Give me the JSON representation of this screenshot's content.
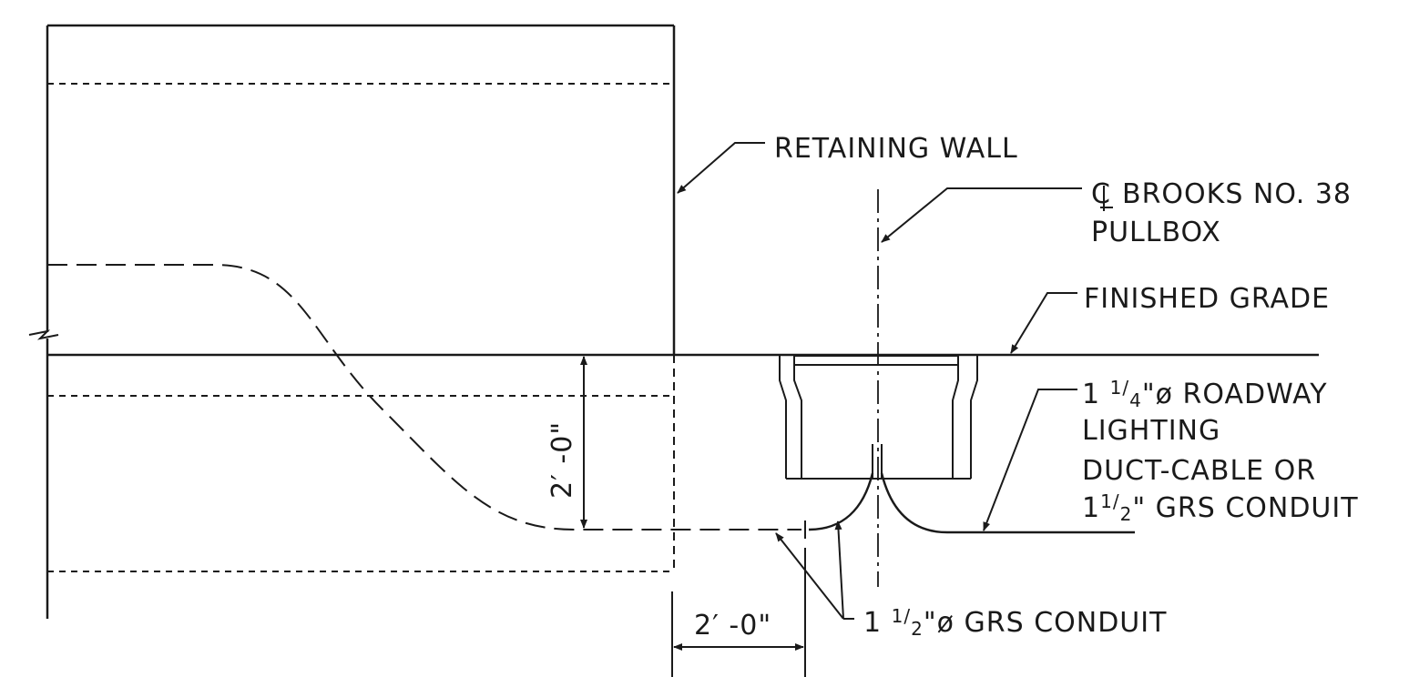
{
  "labels": {
    "retaining_wall": "RETAINING WALL",
    "brooks_line1": "BROOKS NO. 38",
    "brooks_line2": "PULLBOX",
    "finished_grade": "FINISHED GRADE",
    "roadway_line1_a": "1 ",
    "roadway_line1_num": "1",
    "roadway_line1_den": "4",
    "roadway_line1_b": "\"ø ROADWAY",
    "roadway_line2": "LIGHTING",
    "roadway_line3": "DUCT-CABLE OR",
    "roadway_line4_a": "1",
    "roadway_line4_num": "1",
    "roadway_line4_den": "2",
    "roadway_line4_b": "\" GRS CONDUIT",
    "grs_a": "1 ",
    "grs_num": "1",
    "grs_den": "2",
    "grs_b": "\"ø GRS CONDUIT",
    "dim_vertical": "2′ -0\"",
    "dim_horizontal": "2′ -0\""
  },
  "symbols": {
    "centerline": "centerline-icon"
  },
  "colors": {
    "ink": "#1a1a1a",
    "paper": "#ffffff"
  }
}
